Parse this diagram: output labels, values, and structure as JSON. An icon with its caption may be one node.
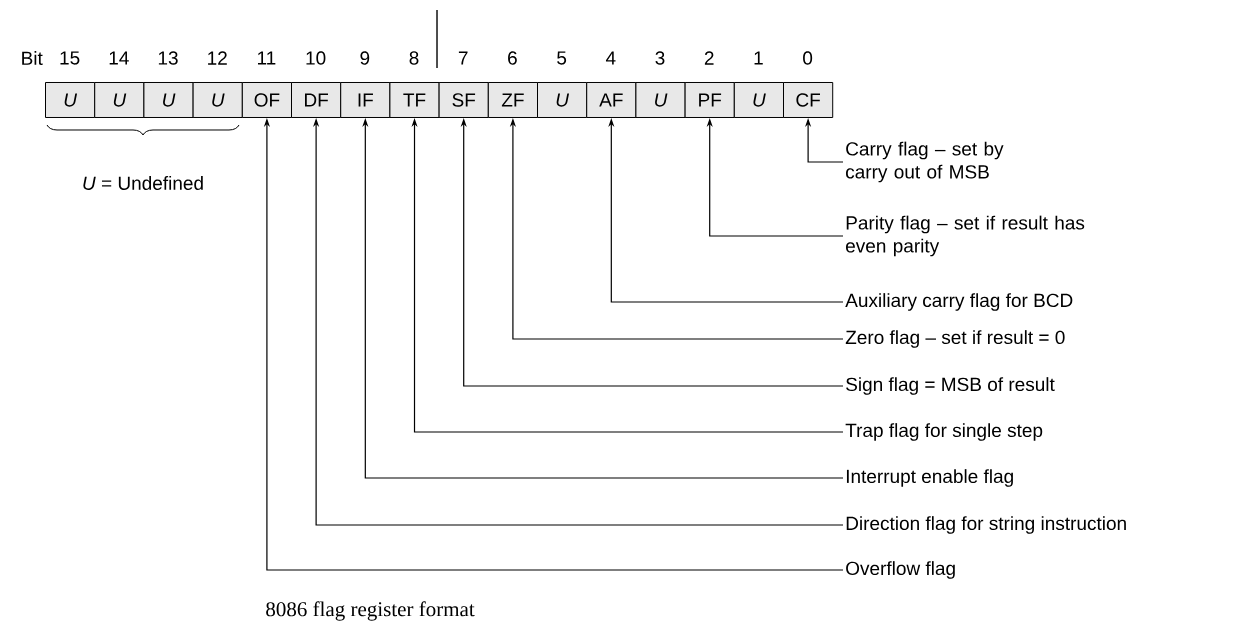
{
  "diagram": {
    "caption": "8086 flag register format",
    "nodes": [
      {
        "text": [
          "U"
        ]
      },
      {
        "text": [
          "U"
        ]
      },
      {
        "text": [
          "U"
        ]
      },
      {
        "text": [
          "U"
        ]
      },
      {
        "text": [
          "OF"
        ]
      },
      {
        "text": [
          "DF"
        ]
      },
      {
        "text": [
          "IF"
        ]
      },
      {
        "text": [
          "TF"
        ]
      },
      {
        "text": [
          "SF"
        ]
      },
      {
        "text": [
          "ZF"
        ]
      },
      {
        "text": [
          "U"
        ]
      },
      {
        "text": [
          "AF"
        ]
      },
      {
        "text": [
          "U"
        ]
      },
      {
        "text": [
          "PF"
        ]
      },
      {
        "text": [
          "U"
        ]
      },
      {
        "text": [
          "CF"
        ]
      },
      {
        "text": [
          "Carry flag – set by carry out of MSB"
        ]
      },
      {
        "text": [
          "Parity flag – set if result has even parity"
        ]
      },
      {
        "text": [
          "Auxiliary carry flag for BCD"
        ]
      },
      {
        "text": [
          "Zero flag – set if result = 0"
        ]
      },
      {
        "text": [
          "Sign flag = MSB of result"
        ]
      },
      {
        "text": [
          "Trap flag for single step"
        ]
      },
      {
        "text": [
          "Interrupt enable flag"
        ]
      },
      {
        "text": [
          "Direction flag for string instruction"
        ]
      },
      {
        "text": [
          "Overflow flag"
        ]
      }
    ],
    "edges": [
      {
        "from": 16,
        "to": 15,
        "arrow": "to"
      },
      {
        "from": 17,
        "to": 13,
        "arrow": "to"
      },
      {
        "from": 18,
        "to": 11,
        "arrow": "to"
      },
      {
        "from": 19,
        "to": 9,
        "arrow": "to"
      },
      {
        "from": 20,
        "to": 8,
        "arrow": "to"
      },
      {
        "from": 21,
        "to": 7,
        "arrow": "to"
      },
      {
        "from": 22,
        "to": 6,
        "arrow": "to"
      },
      {
        "from": 23,
        "to": 5,
        "arrow": "to"
      },
      {
        "from": 24,
        "to": 4,
        "arrow": "to"
      }
    ],
    "labels": [
      "Bit",
      "15",
      "14",
      "13",
      "12",
      "11",
      "10",
      "9",
      "8",
      "7",
      "6",
      "5",
      "4",
      "3",
      "2",
      "1",
      "0",
      "*U* = Undefined"
    ]
  }
}
